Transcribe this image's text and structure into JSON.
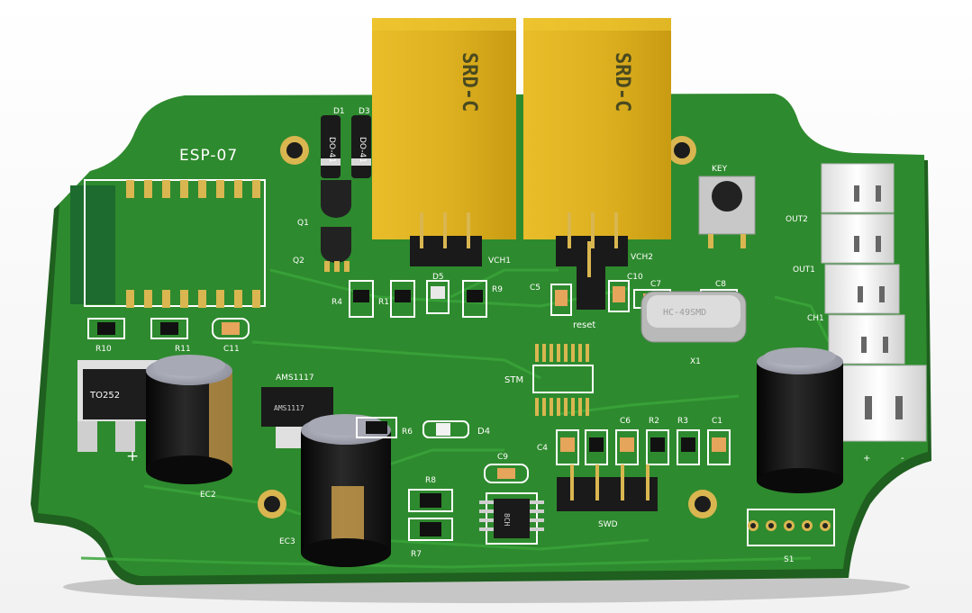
{
  "board": {
    "colors": {
      "pcb": "#2e8a2e",
      "pcb_edge": "#1f5f1f",
      "relay": "#e0b020",
      "gold": "#d9b650",
      "capacitor": "#141414",
      "connector": "#f2f2f2"
    },
    "module_label": "ESP-07",
    "relays": [
      {
        "marking": "SRD-C"
      },
      {
        "marking": "SRD-C"
      }
    ],
    "headers": {
      "vch1": "VCH1",
      "vch2": "VCH2",
      "reset": "reset",
      "swd": "SWD",
      "stm": "STM"
    },
    "button_label": "KEY",
    "connector_labels": {
      "out2": "OUT2",
      "out1": "OUT1",
      "ch1": "CH1",
      "plus": "+",
      "minus": "-"
    },
    "crystal": {
      "designator": "X1",
      "marking": "HC-49SMD"
    },
    "regulator": {
      "ams_label": "AMS1117",
      "to_label": "TO252",
      "chip_marking": "AMS1117"
    },
    "transistors": [
      "Q1",
      "Q2"
    ],
    "diodes": [
      "D1",
      "D3",
      "D4",
      "D5"
    ],
    "diode_marking": "DO-41",
    "resistors": [
      "R1",
      "R2",
      "R3",
      "R4",
      "R6",
      "R7",
      "R8",
      "R9",
      "R10",
      "R11"
    ],
    "capacitors": [
      "C1",
      "C4",
      "C5",
      "C6",
      "C7",
      "C8",
      "C9",
      "C10",
      "C11"
    ],
    "electrolytics": [
      "EC2",
      "EC3"
    ],
    "switch_label": "S1",
    "ic_marking": "8CH"
  }
}
